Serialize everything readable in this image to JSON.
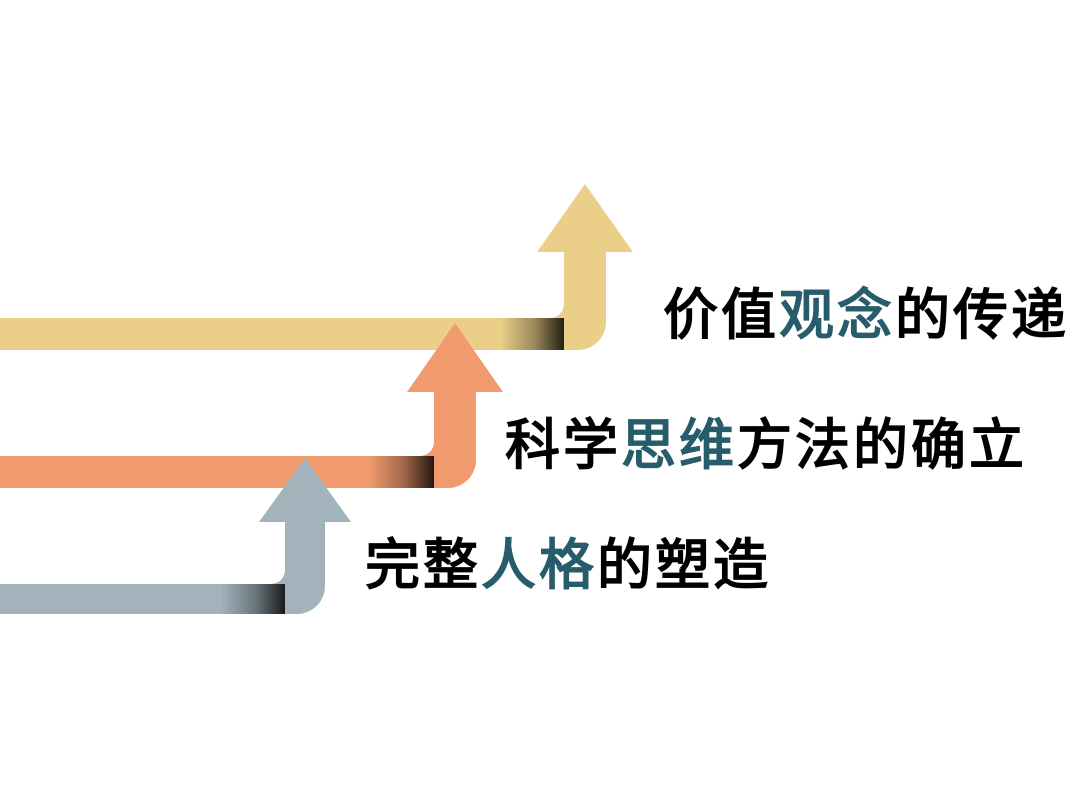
{
  "slide": {
    "background_color": "#ffffff",
    "text_color": "#000000",
    "emphasis_color": "#275c6b",
    "items": [
      {
        "name": "value-concepts",
        "arrow_color": "#ebcf89",
        "label": "价值观念的传递",
        "label_parts": [
          {
            "text": "价值",
            "emphasis": false
          },
          {
            "text": "观念",
            "emphasis": true
          },
          {
            "text": "的传递",
            "emphasis": false
          }
        ]
      },
      {
        "name": "scientific-thinking",
        "arrow_color": "#f09a6e",
        "label": "科学思维方法的确立",
        "label_parts": [
          {
            "text": "科学",
            "emphasis": false
          },
          {
            "text": "思维",
            "emphasis": true
          },
          {
            "text": "方法的确立",
            "emphasis": false
          }
        ]
      },
      {
        "name": "complete-personality",
        "arrow_color": "#a2b3bc",
        "label": "完整人格的塑造",
        "label_parts": [
          {
            "text": "完整",
            "emphasis": false
          },
          {
            "text": "人格",
            "emphasis": true
          },
          {
            "text": "的塑造",
            "emphasis": false
          }
        ]
      }
    ]
  }
}
